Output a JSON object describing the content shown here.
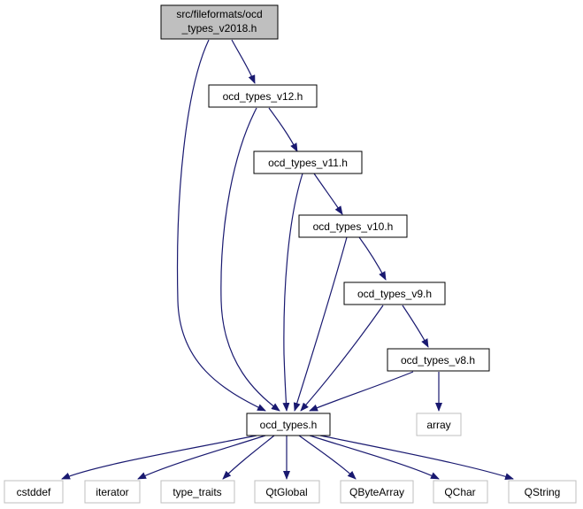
{
  "colors": {
    "edge": "#191970",
    "root_fill": "#bfbfbf",
    "node_border": "#000000",
    "external_border": "#bfbfbf",
    "background": "#ffffff"
  },
  "nodes": {
    "root": {
      "lines": [
        "src/fileformats/ocd",
        "_types_v2018.h"
      ]
    },
    "v12": {
      "label": "ocd_types_v12.h"
    },
    "v11": {
      "label": "ocd_types_v11.h"
    },
    "v10": {
      "label": "ocd_types_v10.h"
    },
    "v9": {
      "label": "ocd_types_v9.h"
    },
    "v8": {
      "label": "ocd_types_v8.h"
    },
    "types": {
      "label": "ocd_types.h"
    },
    "array": {
      "label": "array"
    },
    "cstddef": {
      "label": "cstddef"
    },
    "iterator": {
      "label": "iterator"
    },
    "type_traits": {
      "label": "type_traits"
    },
    "qtglobal": {
      "label": "QtGlobal"
    },
    "qbytearray": {
      "label": "QByteArray"
    },
    "qchar": {
      "label": "QChar"
    },
    "qstring": {
      "label": "QString"
    }
  },
  "edges": [
    [
      "root",
      "v12"
    ],
    [
      "root",
      "types"
    ],
    [
      "v12",
      "v11"
    ],
    [
      "v12",
      "types"
    ],
    [
      "v11",
      "v10"
    ],
    [
      "v11",
      "types"
    ],
    [
      "v10",
      "v9"
    ],
    [
      "v10",
      "types"
    ],
    [
      "v9",
      "v8"
    ],
    [
      "v9",
      "types"
    ],
    [
      "v8",
      "types"
    ],
    [
      "v8",
      "array"
    ],
    [
      "types",
      "cstddef"
    ],
    [
      "types",
      "iterator"
    ],
    [
      "types",
      "type_traits"
    ],
    [
      "types",
      "qtglobal"
    ],
    [
      "types",
      "qbytearray"
    ],
    [
      "types",
      "qchar"
    ],
    [
      "types",
      "qstring"
    ]
  ]
}
